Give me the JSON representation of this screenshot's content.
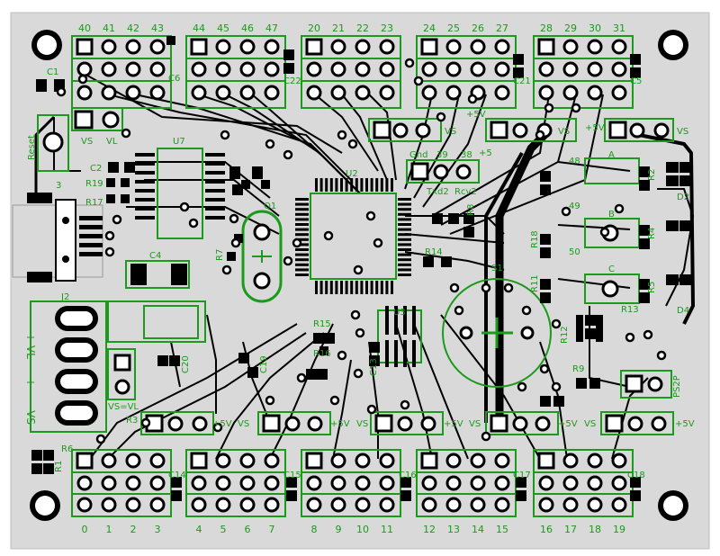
{
  "colors": {
    "board": "#d9d9d9",
    "copper": "#000000",
    "silk": "#1c9a1c",
    "pad_fill": "#ffffff",
    "background": "#ffffff"
  },
  "labels": {
    "top_pins": [
      "40",
      "41",
      "42",
      "43",
      "44",
      "45",
      "46",
      "47",
      "20",
      "21",
      "22",
      "23",
      "24",
      "25",
      "26",
      "27",
      "28",
      "29",
      "30",
      "31"
    ],
    "bottom_pins": [
      "0",
      "1",
      "2",
      "3",
      "4",
      "5",
      "6",
      "7",
      "8",
      "9",
      "10",
      "11",
      "12",
      "13",
      "14",
      "15",
      "16",
      "17",
      "18",
      "19"
    ],
    "c1": "C1",
    "c2": "C2",
    "c4": "C4",
    "c5": "C5",
    "c6": "C6",
    "c13": "C13",
    "c14": "C14",
    "c15": "C15",
    "c16": "C16",
    "c17": "C17",
    "c18": "C18",
    "c19": "C19",
    "c20": "C20",
    "c21": "C21",
    "c22": "C22",
    "r1": "R1",
    "r2": "R2",
    "r3": "R3",
    "r4": "R4",
    "r5": "R5",
    "r6": "R6",
    "r7": "R7",
    "r8": "R8",
    "r9": "R9",
    "r11": "R11",
    "r12": "R12",
    "r13": "R13",
    "r14": "R14",
    "r15": "R15",
    "r16": "R16",
    "r17": "R17",
    "r18": "R18",
    "r19": "R19",
    "d2": "D2",
    "d4": "D4",
    "j2": "J2",
    "u2": "U2",
    "u3": "U3",
    "u7": "U7",
    "q1": "Q1",
    "reset": "Reset",
    "vs": "VS",
    "vl": "VL",
    "plus5v": "+5V",
    "plus5": "+5",
    "gnd": "Gnd",
    "txd2": "Txd2",
    "rcv2": "Rcv2",
    "s1": "S1",
    "ps2p": "PS2P",
    "vs_eq_vl": "VS=VL",
    "n39": "39",
    "n38": "38",
    "n48": "48",
    "n49": "49",
    "n50": "50",
    "n3": "3",
    "ja": "A",
    "jb": "B",
    "jc": "C",
    "ps_plus_vl": "+ VL",
    "ps_minus1": "-",
    "ps_plus": "+",
    "ps_minus_vs": "- VS"
  }
}
